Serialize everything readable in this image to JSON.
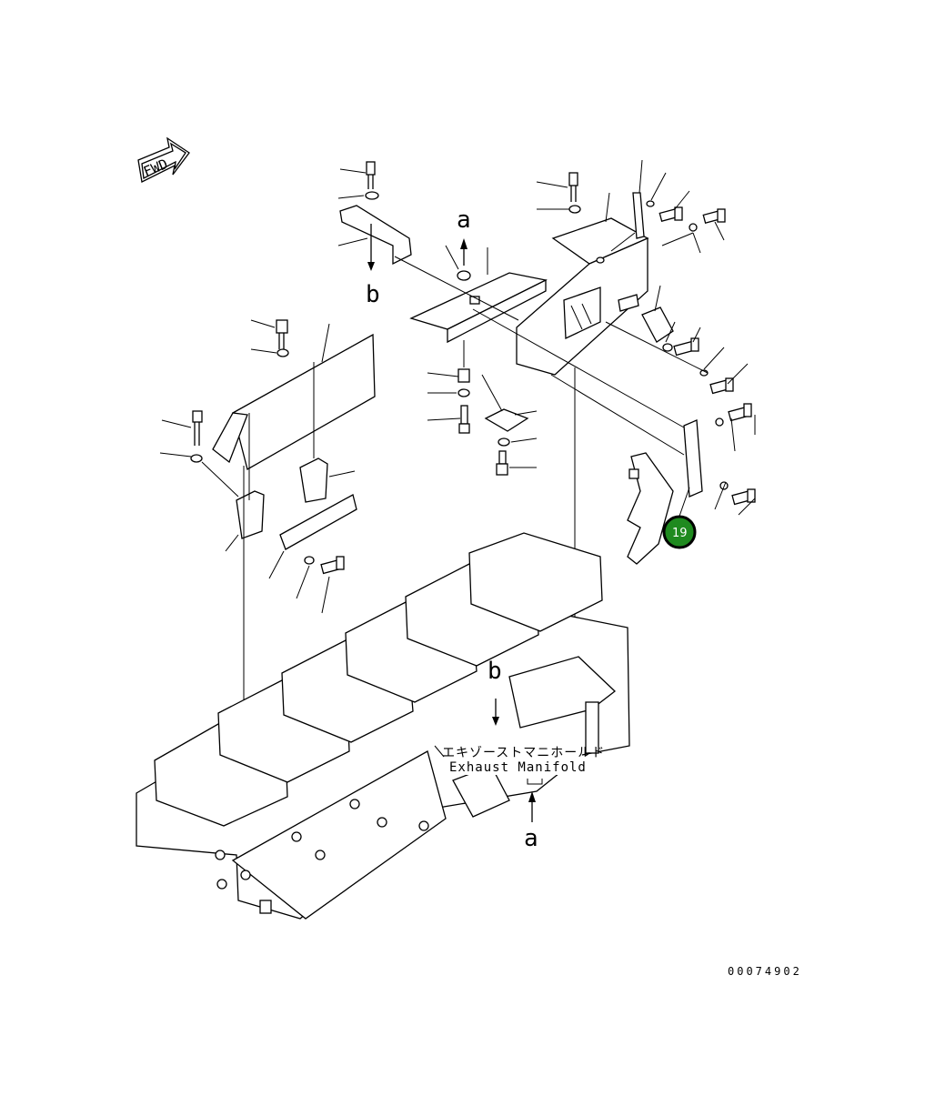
{
  "fwd_label": "FWD",
  "view_letters": {
    "a_top": "a",
    "b_top": "b",
    "b_mid": "b",
    "a_bottom": "a"
  },
  "labels": {
    "exhaust_jp": "エキゾーストマニホールド",
    "exhaust_en": "Exhaust Manifold"
  },
  "callout": {
    "number": "19",
    "color": "#1f8a1f"
  },
  "drawing_code": "00074902"
}
